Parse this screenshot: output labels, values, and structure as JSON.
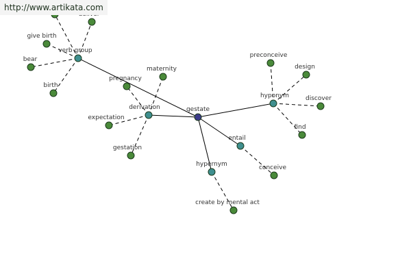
{
  "watermark": {
    "text": "http://www.artikata.com"
  },
  "colors": {
    "center": "#3c3a8a",
    "relation": "#3f8f8f",
    "leaf": "#4a8a3a",
    "node_stroke": "#1c3a1c",
    "edge": "#000000"
  },
  "nodes": [
    {
      "id": "gestate",
      "label": "gestate",
      "kind": "center"
    },
    {
      "id": "verb_group",
      "label": "verb group",
      "kind": "relation"
    },
    {
      "id": "derivation",
      "label": "derivation",
      "kind": "relation"
    },
    {
      "id": "hyponym",
      "label": "hyponym",
      "kind": "relation"
    },
    {
      "id": "entail",
      "label": "entail",
      "kind": "relation"
    },
    {
      "id": "hypernym",
      "label": "hypernym",
      "kind": "relation"
    },
    {
      "id": "deliver",
      "label": "deliver",
      "kind": "leaf"
    },
    {
      "id": "give_birth",
      "label": "give birth",
      "kind": "leaf"
    },
    {
      "id": "bear",
      "label": "bear",
      "kind": "leaf"
    },
    {
      "id": "birth",
      "label": "birth",
      "kind": "leaf"
    },
    {
      "id": "top_partial",
      "label": "",
      "kind": "leaf"
    },
    {
      "id": "pregnancy",
      "label": "pregnancy",
      "kind": "leaf"
    },
    {
      "id": "maternity",
      "label": "maternity",
      "kind": "leaf"
    },
    {
      "id": "expectation",
      "label": "expectation",
      "kind": "leaf"
    },
    {
      "id": "gestation",
      "label": "gestation",
      "kind": "leaf"
    },
    {
      "id": "preconceive",
      "label": "preconceive",
      "kind": "leaf"
    },
    {
      "id": "design",
      "label": "design",
      "kind": "leaf"
    },
    {
      "id": "discover",
      "label": "discover",
      "kind": "leaf"
    },
    {
      "id": "find",
      "label": "find",
      "kind": "leaf"
    },
    {
      "id": "conceive",
      "label": "conceive",
      "kind": "leaf"
    },
    {
      "id": "create_by_mental_act",
      "label": "create by mental act",
      "kind": "leaf"
    }
  ],
  "edges": [
    {
      "from": "gestate",
      "to": "verb_group",
      "style": "solid"
    },
    {
      "from": "gestate",
      "to": "derivation",
      "style": "solid"
    },
    {
      "from": "gestate",
      "to": "hyponym",
      "style": "solid"
    },
    {
      "from": "gestate",
      "to": "entail",
      "style": "solid"
    },
    {
      "from": "gestate",
      "to": "hypernym",
      "style": "solid"
    },
    {
      "from": "verb_group",
      "to": "deliver",
      "style": "dashed"
    },
    {
      "from": "verb_group",
      "to": "top_partial",
      "style": "dashed"
    },
    {
      "from": "verb_group",
      "to": "give_birth",
      "style": "dashed"
    },
    {
      "from": "verb_group",
      "to": "bear",
      "style": "dashed"
    },
    {
      "from": "verb_group",
      "to": "birth",
      "style": "dashed"
    },
    {
      "from": "derivation",
      "to": "pregnancy",
      "style": "dashed"
    },
    {
      "from": "derivation",
      "to": "maternity",
      "style": "dashed"
    },
    {
      "from": "derivation",
      "to": "expectation",
      "style": "dashed"
    },
    {
      "from": "derivation",
      "to": "gestation",
      "style": "dashed"
    },
    {
      "from": "hyponym",
      "to": "preconceive",
      "style": "dashed"
    },
    {
      "from": "hyponym",
      "to": "design",
      "style": "dashed"
    },
    {
      "from": "hyponym",
      "to": "discover",
      "style": "dashed"
    },
    {
      "from": "hyponym",
      "to": "find",
      "style": "dashed"
    },
    {
      "from": "entail",
      "to": "conceive",
      "style": "dashed"
    },
    {
      "from": "hypernym",
      "to": "create_by_mental_act",
      "style": "dashed"
    }
  ]
}
